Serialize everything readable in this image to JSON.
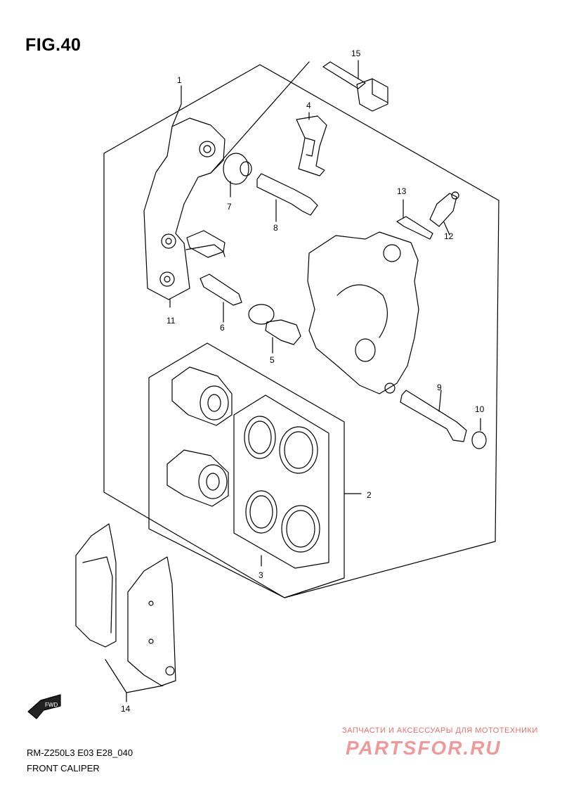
{
  "figure": {
    "title": "FIG.40",
    "code": "RM-Z250L3 E03 E28_040",
    "name": "FRONT CALIPER"
  },
  "watermark": {
    "text": "ЗАПЧАСТИ И АКСЕССУАРЫ ДЛЯ МОТОТЕХНИКИ",
    "logo": "PARTSFOR.RU",
    "color": "#ee9a9a"
  },
  "arrow_label": "FWD",
  "callouts": {
    "c1": "1",
    "c2": "2",
    "c3": "3",
    "c4": "4",
    "c5": "5",
    "c6": "6",
    "c7": "7",
    "c8": "8",
    "c9": "9",
    "c10": "10",
    "c11": "11",
    "c12": "12",
    "c13": "13",
    "c14": "14",
    "c15": "15"
  }
}
